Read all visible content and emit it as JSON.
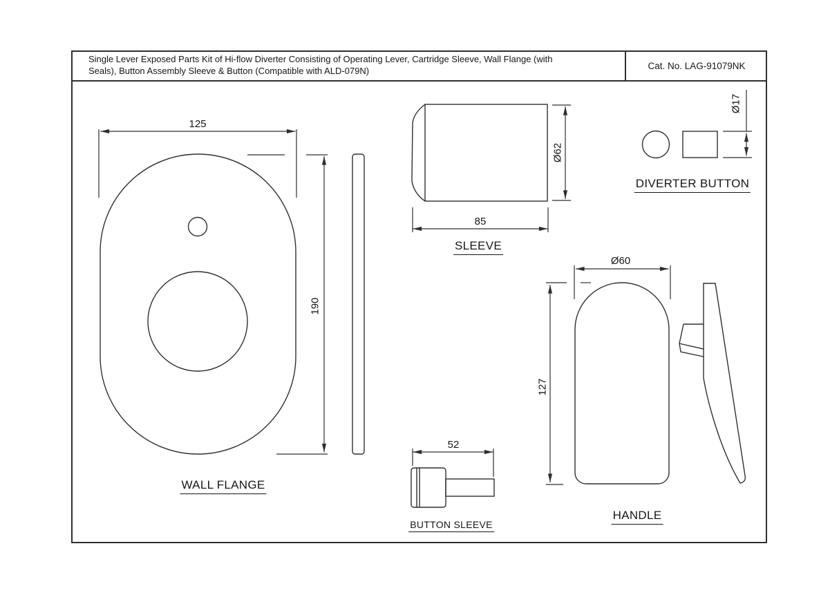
{
  "title_block": {
    "description": "Single Lever Exposed Parts Kit of Hi-flow Diverter Consisting of Operating Lever, Cartridge Sleeve, Wall Flange (with Seals), Button Assembly Sleeve & Button (Compatible with ALD-079N)",
    "catalog_number": "Cat. No. LAG-91079NK"
  },
  "parts": {
    "wall_flange": {
      "label": "WALL FLANGE",
      "width": "125",
      "height": "190"
    },
    "sleeve": {
      "label": "SLEEVE",
      "length": "85",
      "diameter": "Ø62"
    },
    "diverter_button": {
      "label": "DIVERTER BUTTON",
      "diameter": "Ø17"
    },
    "handle": {
      "label": "HANDLE",
      "diameter": "Ø60",
      "height": "127"
    },
    "button_sleeve": {
      "label": "BUTTON SLEEVE",
      "length": "52"
    }
  },
  "colors": {
    "line": "#2f2f2f",
    "text": "#161616",
    "background": "#ffffff"
  }
}
